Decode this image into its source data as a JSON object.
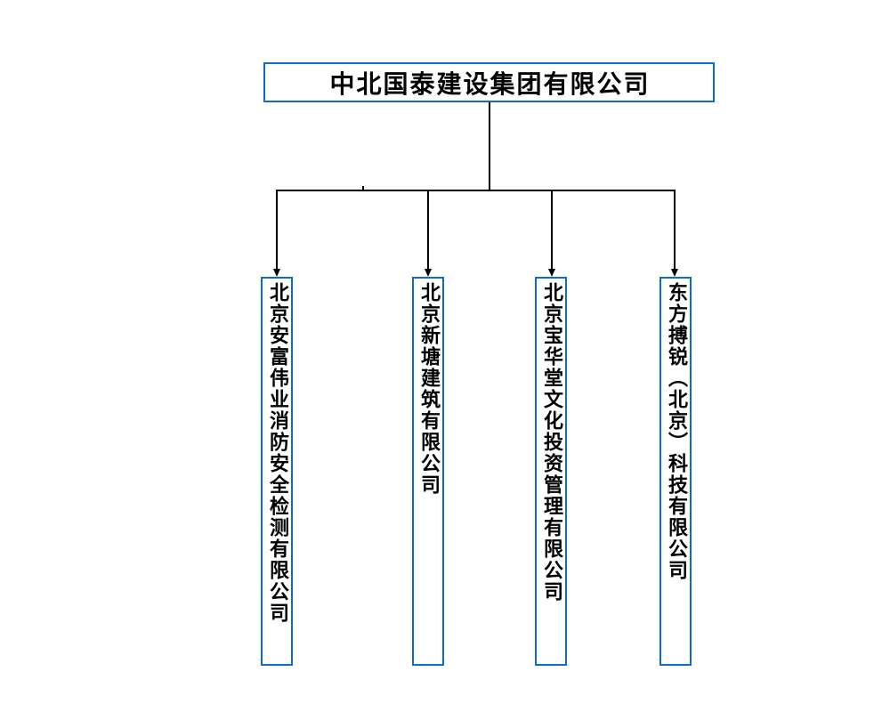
{
  "org_chart": {
    "root": {
      "label": "中北国泰建设集团有限公司"
    },
    "children": [
      {
        "label": "北京安富伟业消防安全检测有限公司"
      },
      {
        "label": "北京新塘建筑有限公司"
      },
      {
        "label": "北京宝华堂文化投资管理有限公司"
      },
      {
        "label": "东方搏锐（北京）科技有限公司"
      }
    ],
    "colors": {
      "box_border": "#0e6cd0",
      "connector": "#000000",
      "text": "#000000",
      "background": "#ffffff"
    }
  }
}
